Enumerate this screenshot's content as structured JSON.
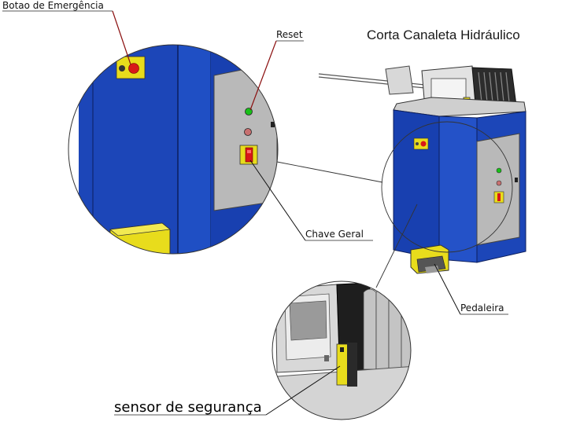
{
  "title": "Corta Canaleta Hidráulico",
  "labels": {
    "emergency": "Botao de Emergência",
    "reset": "Reset",
    "main_switch": "Chave Geral",
    "pedal": "Pedaleira",
    "sensor": "sensor de segurança"
  },
  "colors": {
    "machine_blue": "#1840b0",
    "panel_grey": "#b9b9b9",
    "pedal_yellow": "#e8dc1c",
    "switch_red": "#d81818",
    "lamp_green": "#18c018"
  }
}
